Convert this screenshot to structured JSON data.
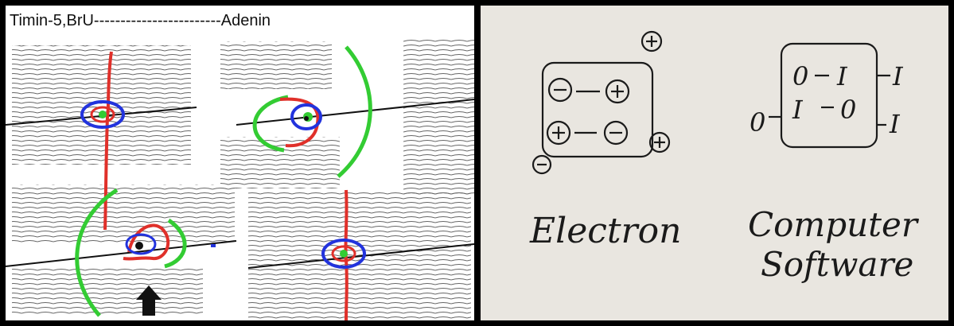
{
  "left_panel": {
    "caption": "Timin-5,BrU------------------------Adenin"
  },
  "right_panel": {
    "electron_label": "Electron",
    "software_label_line1": "Computer",
    "software_label_line2": "Software",
    "electron_box": {
      "inner_charges": [
        "−",
        "+",
        "+",
        "−"
      ],
      "outer_charges": [
        "+",
        "+",
        "−"
      ]
    },
    "software_box": {
      "row1": [
        "0",
        "I"
      ],
      "row2": [
        "I",
        "0"
      ],
      "outer_right": [
        "I",
        "I"
      ],
      "outer_left": [
        "0"
      ]
    }
  },
  "colors": {
    "red": "#e0302a",
    "green": "#33cc33",
    "blue": "#2233dd",
    "coil": "#555555",
    "ink": "#1a1a1a"
  }
}
